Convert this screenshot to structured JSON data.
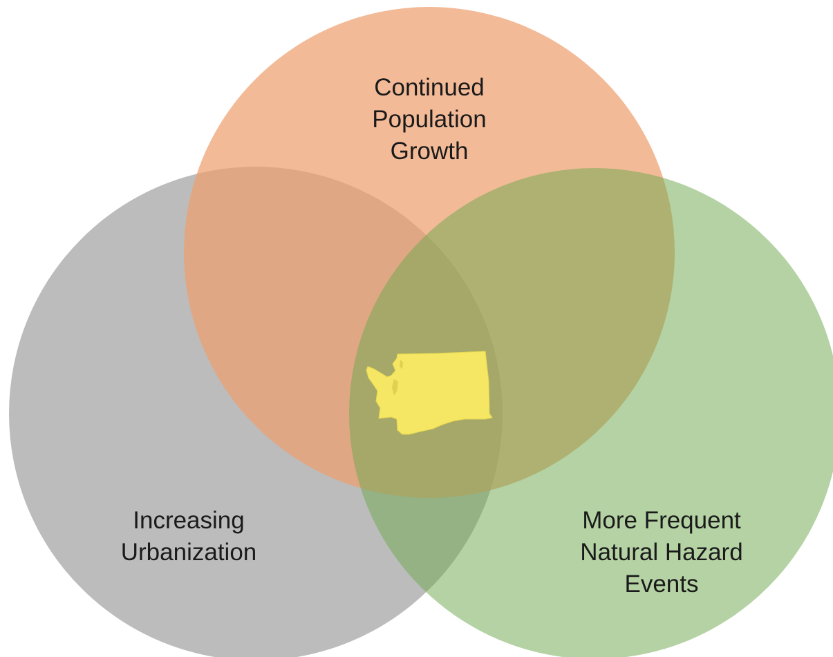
{
  "diagram": {
    "type": "venn",
    "sets": [
      {
        "id": "population",
        "lines": [
          "Continued",
          "Population",
          "Growth"
        ],
        "color": "#F2B896"
      },
      {
        "id": "urbanization",
        "lines": [
          "Increasing",
          "Urbanization"
        ],
        "color": "#BDBDBD"
      },
      {
        "id": "hazards",
        "lines": [
          "More Frequent",
          "Natural Hazard",
          "Events"
        ],
        "color": "#B4D4A0"
      }
    ],
    "center_icon": "washington-state-icon",
    "center_icon_color": "#F5E664"
  }
}
